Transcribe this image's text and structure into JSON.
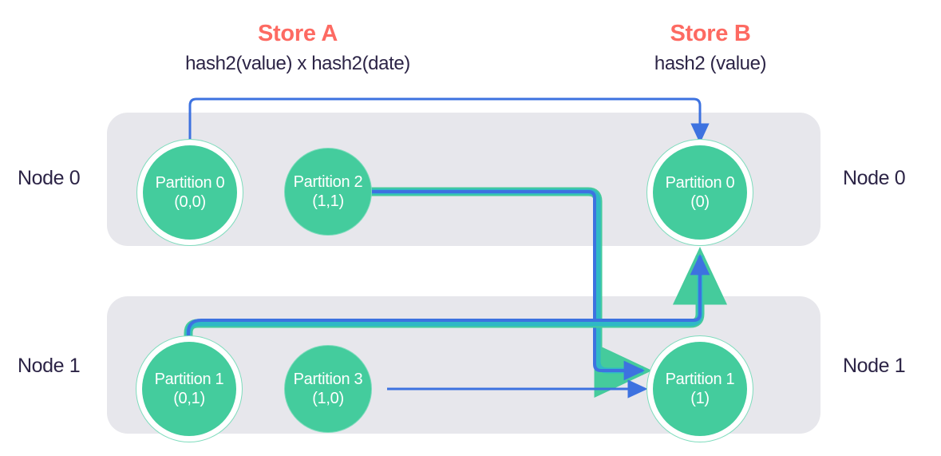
{
  "stores": {
    "left": {
      "title": "Store A",
      "subtitle": "hash2(value) x hash2(date)"
    },
    "right": {
      "title": "Store B",
      "subtitle": "hash2 (value)"
    }
  },
  "nodes": {
    "left_labels": [
      "Node 0",
      "Node 1"
    ],
    "right_labels": [
      "Node 0",
      "Node 1"
    ]
  },
  "partitions": {
    "store_a": [
      {
        "name": "Partition 0",
        "key": "(0,0)",
        "node": "Node 0"
      },
      {
        "name": "Partition 2",
        "key": "(1,1)",
        "node": "Node 0"
      },
      {
        "name": "Partition 1",
        "key": "(0,1)",
        "node": "Node 1"
      },
      {
        "name": "Partition 3",
        "key": "(1,0)",
        "node": "Node 1"
      }
    ],
    "store_b": [
      {
        "name": "Partition 0",
        "key": "(0)",
        "node": "Node 0"
      },
      {
        "name": "Partition 1",
        "key": "(1)",
        "node": "Node 1"
      }
    ]
  },
  "edges": [
    {
      "id": "edge-p0-to-b-p0",
      "from": "Partition 0 (0,0)",
      "to": "Partition 0 (0)",
      "style": "thin-blue"
    },
    {
      "id": "edge-p2-to-b-p1",
      "from": "Partition 2 (1,1)",
      "to": "Partition 1 (1)",
      "style": "thick-teal"
    },
    {
      "id": "edge-p1-to-b-p0",
      "from": "Partition 1 (0,1)",
      "to": "Partition 0 (0)",
      "style": "thick-teal"
    },
    {
      "id": "edge-p3-to-b-p1",
      "from": "Partition 3 (1,0)",
      "to": "Partition 1 (1)",
      "style": "thin-blue"
    }
  ],
  "colors": {
    "accent_title": "#fd6a62",
    "text_dark": "#2c2446",
    "panel": "#e7e7ec",
    "circle_fill": "#44cc9d",
    "circle_ring": "#7fdcbd",
    "edge_blue": "#3d72e0",
    "edge_teal": "#2fb8c6",
    "edge_halo": "#45cb9c"
  }
}
